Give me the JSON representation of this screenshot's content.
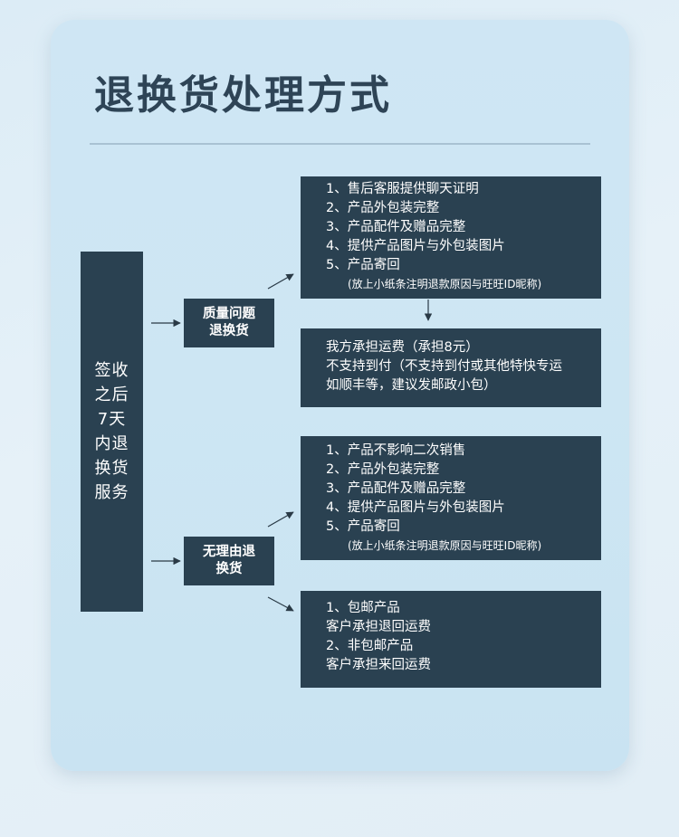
{
  "title": "退换货处理方式",
  "main_box": {
    "text": "签收之后7天内退换货服务"
  },
  "quality": {
    "label": "质量问题退换货",
    "requirements": [
      "1、售后客服提供聊天证明",
      "2、产品外包装完整",
      "3、产品配件及赠品完整",
      "4、提供产品图片与外包装图片",
      "5、产品寄回"
    ],
    "requirements_note": "(放上小纸条注明退款原因与旺旺ID昵称)",
    "shipping": [
      "我方承担运费（承担8元）",
      "不支持到付（不支持到付或其他特快专运",
      "如顺丰等，建议发邮政小包）"
    ]
  },
  "no_reason": {
    "label": "无理由退换货",
    "requirements": [
      "1、产品不影响二次销售",
      "2、产品外包装完整",
      "3、产品配件及赠品完整",
      "4、提供产品图片与外包装图片",
      "5、产品寄回"
    ],
    "requirements_note": "(放上小纸条注明退款原因与旺旺ID昵称)",
    "shipping": [
      "1、包邮产品",
      "客户承担退回运费",
      "2、非包邮产品",
      "客户承担来回运费"
    ]
  },
  "colors": {
    "box_fill": "#2a4151",
    "box_text": "#ffffff",
    "title": "#2e4456",
    "arrow": "#2a3a46",
    "card": "#cde6f3",
    "background": "#dcecf6"
  }
}
